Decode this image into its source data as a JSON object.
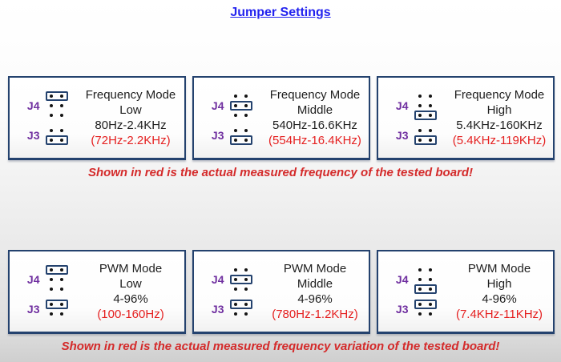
{
  "page_title": "Jumper Settings",
  "colors": {
    "title_blue": "#2323ef",
    "border_navy": "#24426e",
    "jumper_label_purple": "#7030a0",
    "measured_red": "#e52020",
    "caption_red": "#d42a2a"
  },
  "rows": [
    {
      "name": "frequency",
      "caption": "Shown in red is the actual measured frequency of the tested board!",
      "cards": [
        {
          "mode_title": "Frequency Mode",
          "level": "Low",
          "range": "80Hz-2.4KHz",
          "measured": "(72Hz-2.2KHz)",
          "j4_label": "J4",
          "j3_label": "J3",
          "j4": {
            "rows": 3,
            "cap_row": 0
          },
          "j3": {
            "rows": 2,
            "cap_row": 1
          }
        },
        {
          "mode_title": "Frequency Mode",
          "level": "Middle",
          "range": "540Hz-16.6KHz",
          "measured": "(554Hz-16.4KHz)",
          "j4_label": "J4",
          "j3_label": "J3",
          "j4": {
            "rows": 3,
            "cap_row": 1
          },
          "j3": {
            "rows": 2,
            "cap_row": 1
          }
        },
        {
          "mode_title": "Frequency Mode",
          "level": "High",
          "range": "5.4KHz-160KHz",
          "measured": "(5.4KHz-119KHz)",
          "j4_label": "J4",
          "j3_label": "J3",
          "j4": {
            "rows": 3,
            "cap_row": 2
          },
          "j3": {
            "rows": 2,
            "cap_row": 1
          }
        }
      ]
    },
    {
      "name": "pwm",
      "caption": "Shown in red is the actual measured frequency variation of the tested board!",
      "cards": [
        {
          "mode_title": "PWM Mode",
          "level": "Low",
          "range": "4-96%",
          "measured": "(100-160Hz)",
          "j4_label": "J4",
          "j3_label": "J3",
          "j4": {
            "rows": 3,
            "cap_row": 0
          },
          "j3": {
            "rows": 2,
            "cap_row": 0
          }
        },
        {
          "mode_title": "PWM Mode",
          "level": "Middle",
          "range": "4-96%",
          "measured": "(780Hz-1.2KHz)",
          "j4_label": "J4",
          "j3_label": "J3",
          "j4": {
            "rows": 3,
            "cap_row": 1
          },
          "j3": {
            "rows": 2,
            "cap_row": 0
          }
        },
        {
          "mode_title": "PWM Mode",
          "level": "High",
          "range": "4-96%",
          "measured": "(7.4KHz-11KHz)",
          "j4_label": "J4",
          "j3_label": "J3",
          "j4": {
            "rows": 3,
            "cap_row": 2
          },
          "j3": {
            "rows": 2,
            "cap_row": 0
          }
        }
      ]
    }
  ]
}
